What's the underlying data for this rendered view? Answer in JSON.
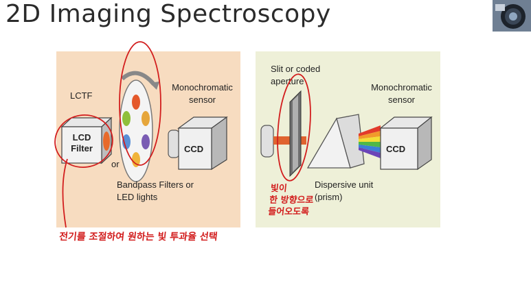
{
  "slide": {
    "title": "2D Imaging Spectroscopy"
  },
  "left_panel": {
    "lctf_label": "LCTF",
    "lcd_filter_label": "LCD\nFilter",
    "or_label": "or",
    "mono_sensor_label": "Monochromatic\nsensor",
    "ccd_label": "CCD",
    "bandpass_label": "Bandpass Filters or\nLED lights",
    "handwritten_note": "전기를 조절하여 원하는 빛 투과율 선택"
  },
  "right_panel": {
    "slit_label": "Slit or coded\naperture",
    "mono_sensor_label": "Monochromatic\nsensor",
    "ccd_label": "CCD",
    "dispersive_label": "Dispersive unit\n(prism)",
    "handwritten_note": "빛이\n한 방향으로\n들어오도록"
  },
  "colors": {
    "panel_bg_left": "#f7dcc0",
    "panel_bg_right": "#eef0d8",
    "annotation": "#d21d1d"
  }
}
